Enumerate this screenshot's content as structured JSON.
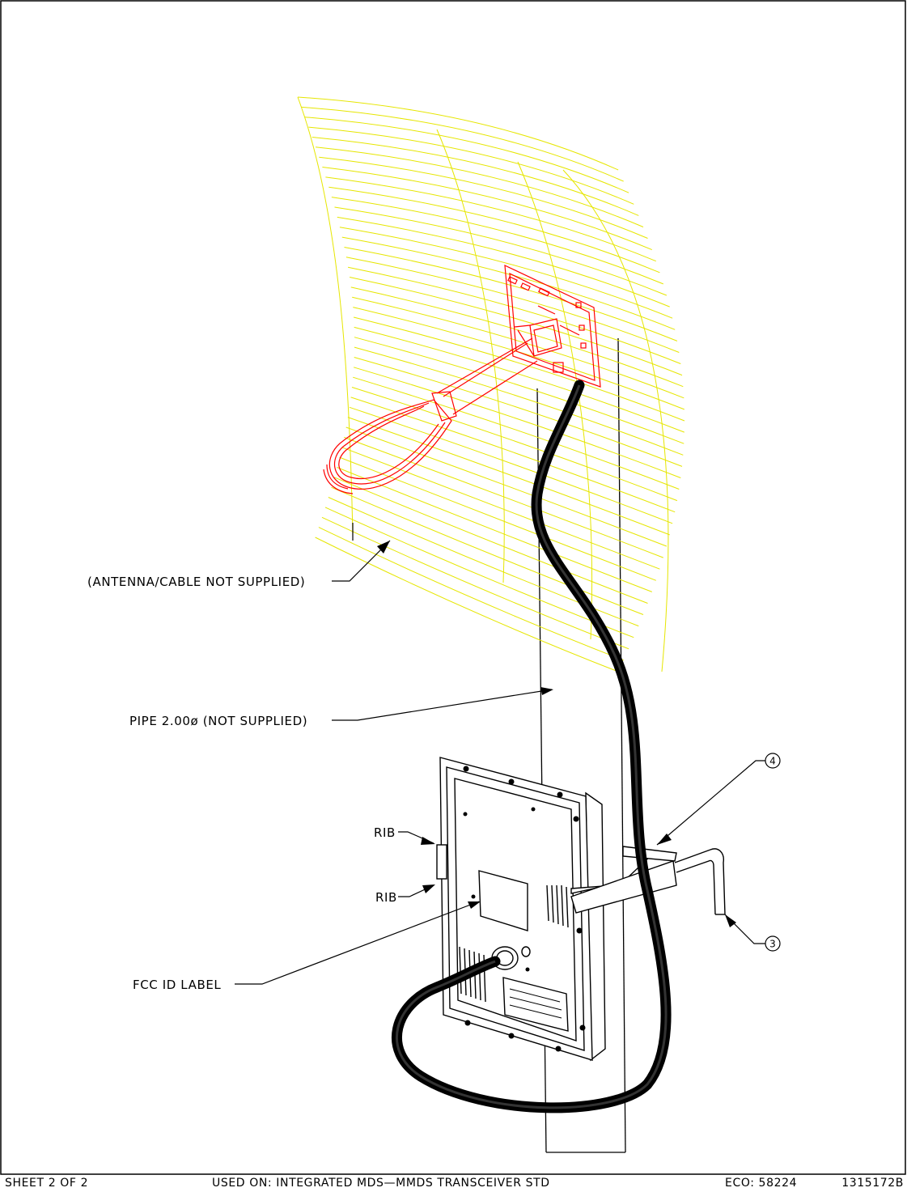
{
  "labels": {
    "antenna": "(ANTENNA/CABLE NOT SUPPLIED)",
    "pipe": "PIPE 2.00ø (NOT SUPPLIED)",
    "rib_upper": "RIB",
    "rib_lower": "RIB",
    "fcc": "FCC ID LABEL"
  },
  "callouts": {
    "c4": "4",
    "c3": "3"
  },
  "title_block": {
    "sheet": "SHEET 2 OF 2",
    "used_on": "USED ON: INTEGRATED MDS—MMDS TRANSCEIVER STD",
    "eco": "ECO: 58224",
    "doc_number": "1315172B"
  },
  "colors": {
    "grid_reflector": "#e6e600",
    "antenna_feed": "#ff0000",
    "linework": "#000000",
    "background": "#ffffff"
  }
}
